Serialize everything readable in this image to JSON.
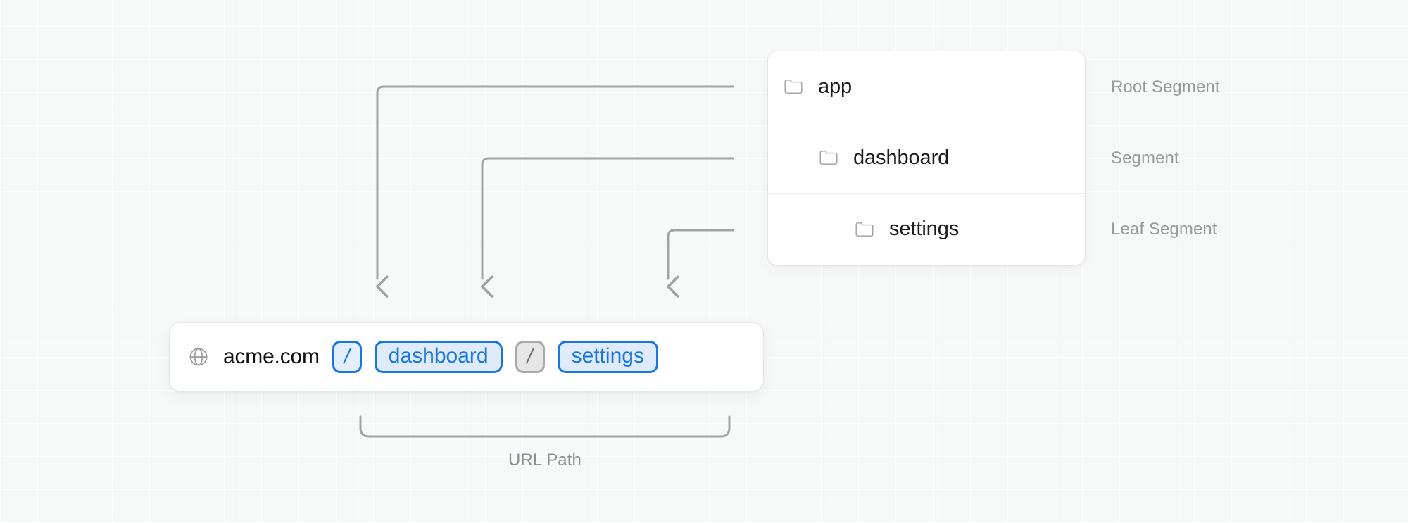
{
  "canvas": {
    "background_color": "#f7f8f8"
  },
  "tree_card": {
    "rows": [
      {
        "label": "app",
        "icon": "folder-icon",
        "depth": 0,
        "annotation": "Root Segment"
      },
      {
        "label": "dashboard",
        "icon": "folder-icon",
        "depth": 1,
        "annotation": "Segment"
      },
      {
        "label": "settings",
        "icon": "folder-icon",
        "depth": 2,
        "annotation": "Leaf Segment"
      }
    ],
    "border_color": "#e3e3e3",
    "background_color": "#ffffff",
    "label_color": "#1b1b1b"
  },
  "annotations": {
    "color": "#9a9a9e",
    "items": [
      "Root Segment",
      "Segment",
      "Leaf Segment"
    ]
  },
  "url_bar": {
    "icon": "globe-icon",
    "host": "acme.com",
    "tokens": [
      {
        "text": "/",
        "type": "separator",
        "style": "active",
        "name": "url-separator-1"
      },
      {
        "text": "dashboard",
        "type": "segment",
        "style": "active",
        "name": "url-segment-dashboard"
      },
      {
        "text": "/",
        "type": "separator",
        "style": "inactive",
        "name": "url-separator-2"
      },
      {
        "text": "settings",
        "type": "segment",
        "style": "active",
        "name": "url-segment-settings"
      }
    ],
    "accent_color": "#1677e3",
    "accent_fill": "#dfeafb",
    "muted_border": "#a9a9ad",
    "muted_fill": "#e6e6e6",
    "muted_text": "#6e6e73",
    "background_color": "#ffffff"
  },
  "path_brace": {
    "caption": "URL Path",
    "color": "#9a9a9e"
  },
  "connectors": {
    "color": "#a3a3a3",
    "stroke_width": 3,
    "description": "Three elbow arrows from the folder tree rows down to the URL bar segments"
  }
}
